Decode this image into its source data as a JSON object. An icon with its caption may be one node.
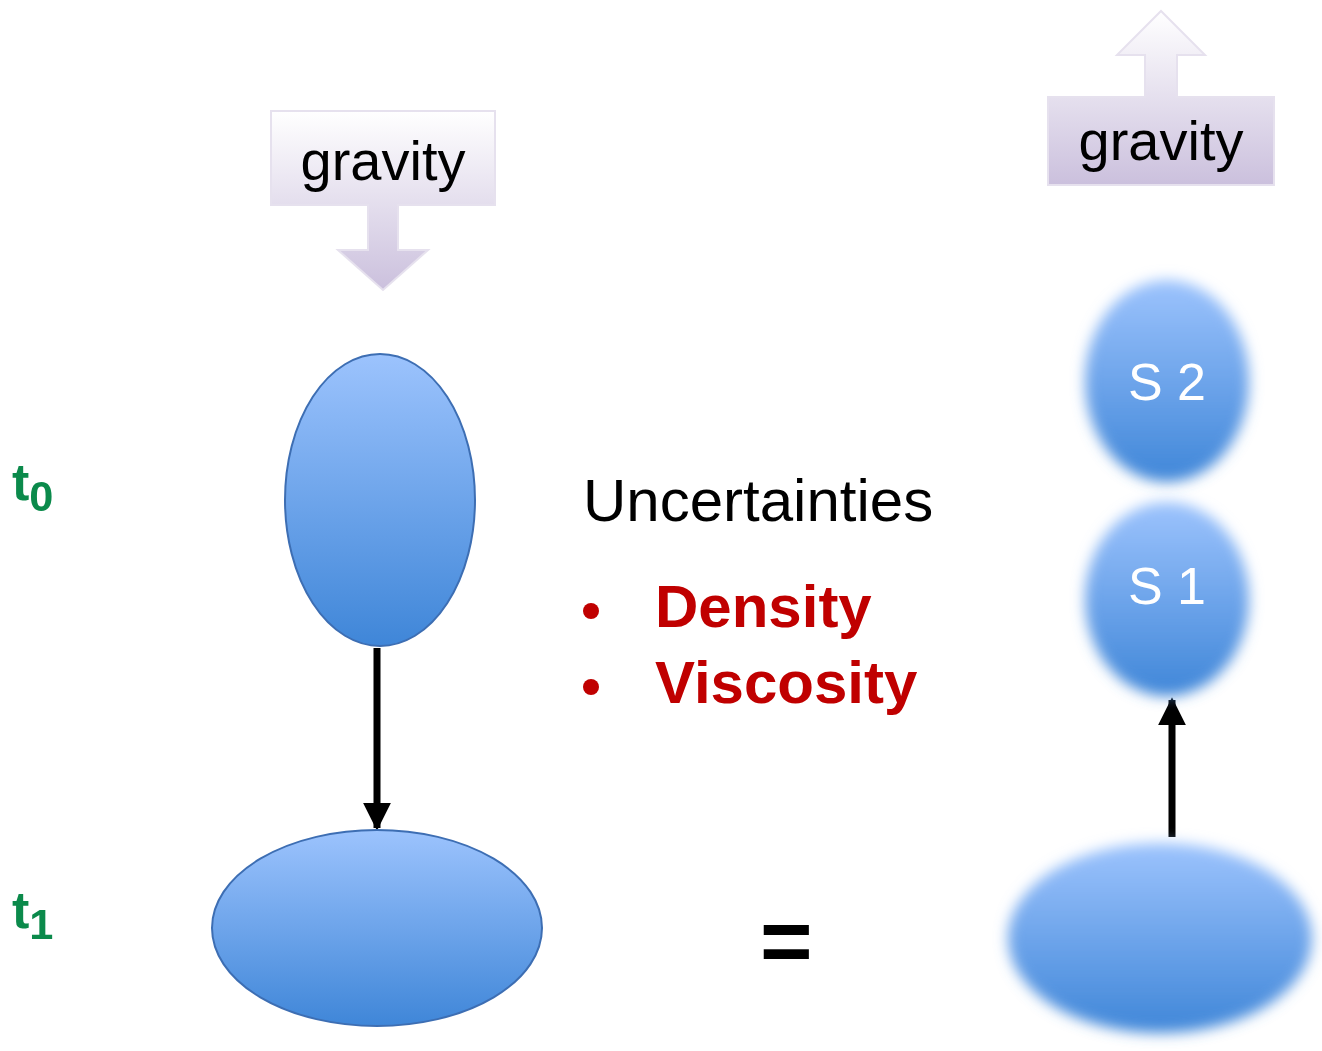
{
  "diagram": {
    "nodes": [
      {
        "text": [
          "gravity"
        ]
      },
      {
        "text": [],
        "shape": "ellipse"
      },
      {
        "text": [],
        "shape": "ellipse"
      },
      {
        "text": [
          "gravity"
        ]
      },
      {
        "text": [
          "S 2"
        ]
      },
      {
        "text": [
          "S 1"
        ]
      },
      {
        "text": [],
        "shape": "ellipse"
      }
    ],
    "edges": [
      {
        "from": 1,
        "to": 2,
        "arrow": "to"
      },
      {
        "from": 6,
        "to": 5,
        "arrow": "to"
      }
    ],
    "labels": [
      "t$_{0}$",
      "t$_{1}$",
      "Uncertainties",
      "Density",
      "Viscosity",
      "="
    ]
  }
}
